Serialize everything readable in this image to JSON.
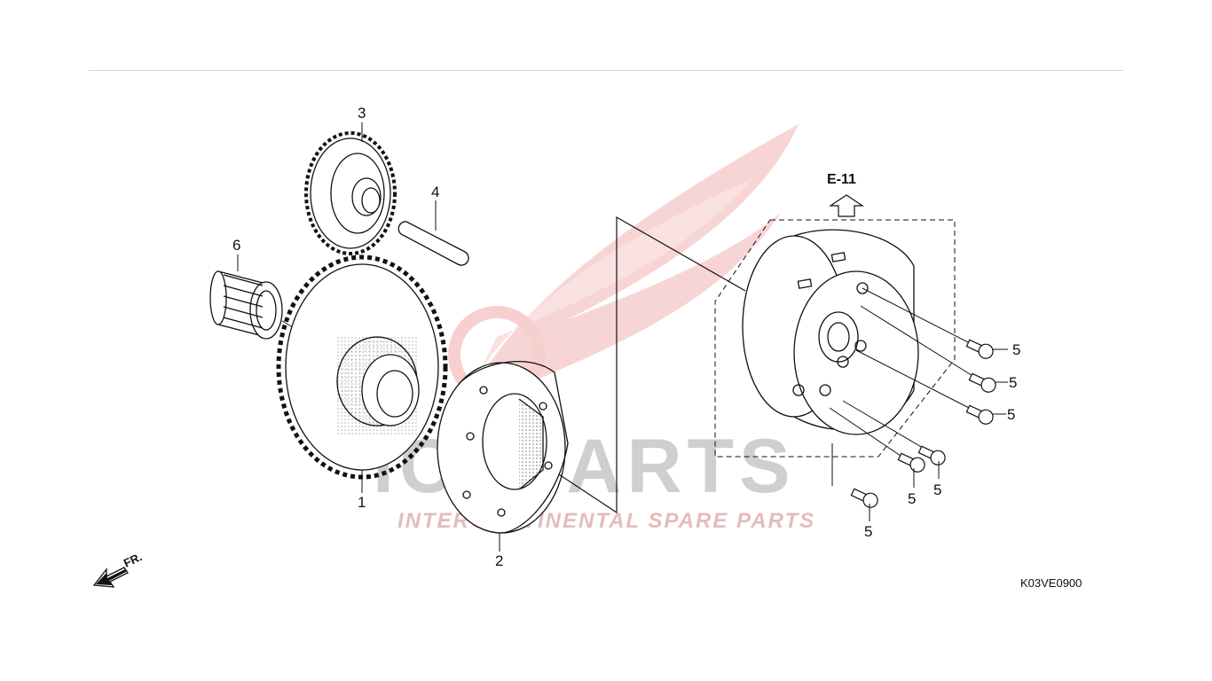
{
  "watermark": {
    "brand": "ICSPARTS",
    "tagline": "INTERCONTINENTAL SPARE PARTS",
    "accent_color": "#f2a8a8"
  },
  "reference": {
    "label": "E-11"
  },
  "direction": {
    "label": "FR."
  },
  "diagram_code": "K03VE0900",
  "callouts": [
    "1",
    "2",
    "3",
    "4",
    "5",
    "6"
  ]
}
